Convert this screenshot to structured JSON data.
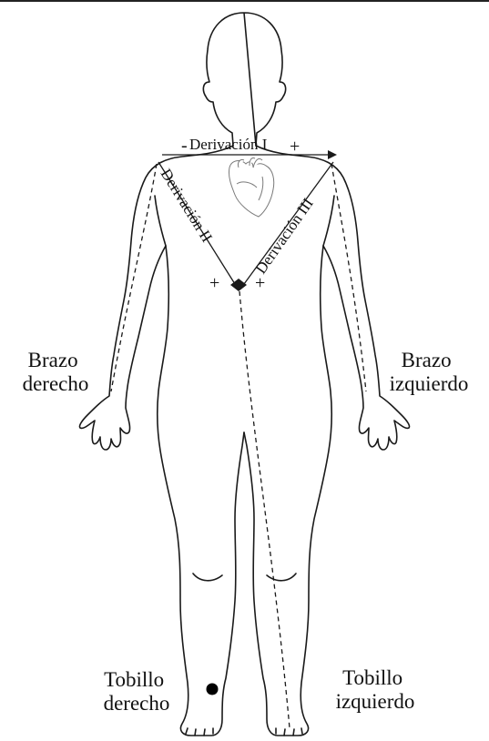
{
  "labels": {
    "lead_1": "Derivación I",
    "lead_2": "Derivación II",
    "lead_3": "Derivación III",
    "right_arm": [
      "Brazo",
      "derecho"
    ],
    "left_arm": [
      "Brazo",
      "izquierdo"
    ],
    "right_ankle": [
      "Tobillo",
      "derecho"
    ],
    "left_ankle": [
      "Tobillo",
      "izquierdo"
    ]
  },
  "polarity": {
    "negative": "-",
    "positive": "+"
  },
  "icons": {
    "heart": "heart-icon",
    "electrode": "electrode-dot-icon",
    "body": "human-body-outline-icon"
  }
}
